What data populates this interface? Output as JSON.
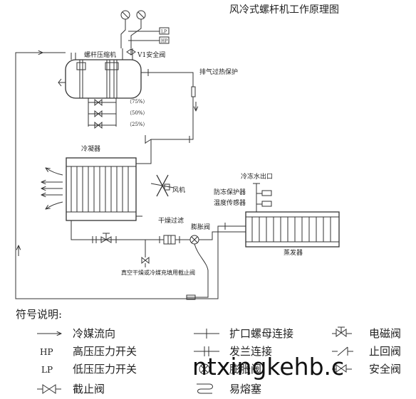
{
  "title": "风冷式螺杆机工作原理图",
  "labels": {
    "lp": "LP",
    "hp": "HP",
    "compressor": "螺杆压缩机",
    "safety_valve": "V1安全阀",
    "exhaust_protect": "排气过热保护",
    "pct75": "（75%）",
    "pct50": "（50%）",
    "pct25": "（25%）",
    "condenser": "冷凝器",
    "fan": "风机",
    "dryer_filter": "干燥过滤",
    "expansion_valve": "膨胀阀",
    "chilled_water_out": "冷冻水出口",
    "antifreeze": "防冻保护器",
    "temp_sensor": "温度传感器",
    "evaporator": "蒸发器",
    "vacuum_note": "真空干燥或冷媒充填用截止阀"
  },
  "legend": {
    "heading": "符号说明:",
    "items": [
      {
        "symbol": "→",
        "text": "冷媒流向"
      },
      {
        "symbol": "HP",
        "text": "高压压力开关"
      },
      {
        "symbol": "LP",
        "text": "低压压力开关"
      },
      {
        "symbol": "⋈",
        "text": "截止阀"
      },
      {
        "symbol": "┼",
        "text": "扩口螺母连接"
      },
      {
        "symbol": "╫",
        "text": "发兰连接"
      },
      {
        "symbol": "⊗",
        "text": "膨胀阀"
      },
      {
        "symbol": "⊃",
        "text": "易熔塞"
      },
      {
        "symbol": "⋈",
        "text": "电磁阀"
      },
      {
        "symbol": "⁄",
        "text": "止回阀"
      },
      {
        "symbol": "⋈",
        "text": "安全阀"
      }
    ]
  },
  "watermark": "ntxingkehb.c",
  "icons": [
    "flow-arrow-icon",
    "stop-valve-icon",
    "solenoid-valve-icon",
    "check-valve-icon",
    "expansion-valve-icon",
    "fan-icon",
    "pressure-gauge-icon"
  ]
}
